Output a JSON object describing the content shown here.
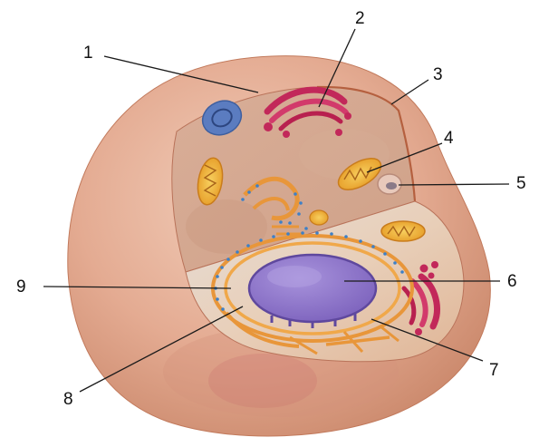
{
  "diagram": {
    "labels": [
      "1",
      "2",
      "3",
      "4",
      "5",
      "6",
      "7",
      "8",
      "9"
    ]
  },
  "colors": {
    "membrane": "#e0a58a",
    "cytoplasm": "#dcb49c",
    "nucleus": "#8f79c9",
    "er": "#e8963a",
    "golgi": "#c2285a",
    "ribosome": "#3d80c7",
    "lysosome": "#5a78b8",
    "mitochondrion": "#f0b436"
  }
}
